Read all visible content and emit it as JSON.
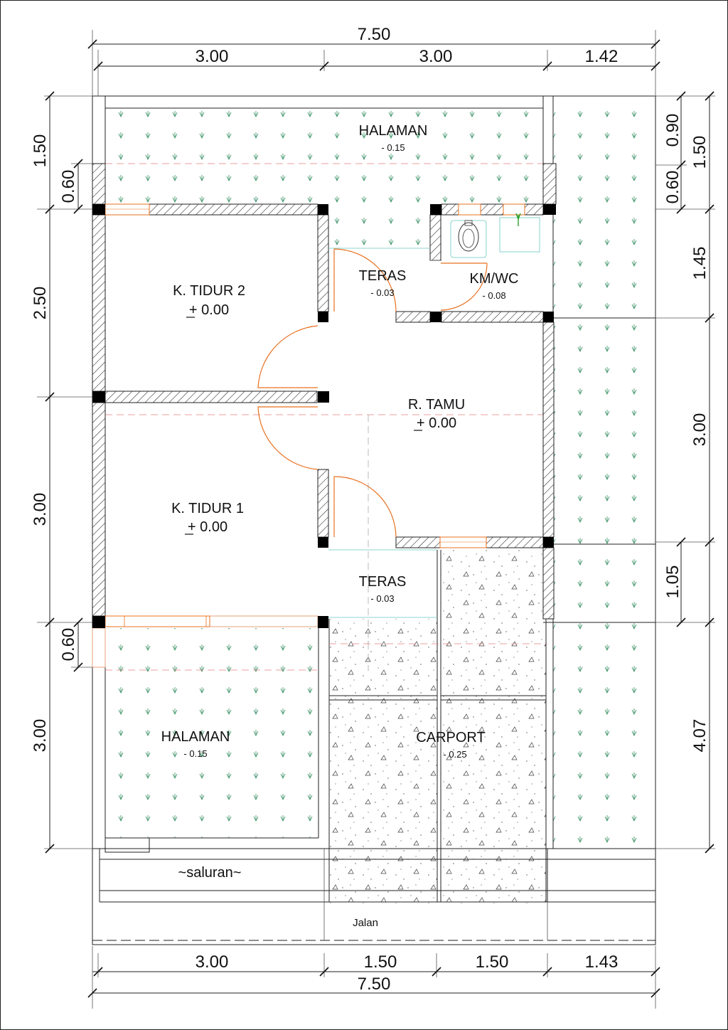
{
  "dimensions": {
    "top_total": "7.50",
    "top_segments": [
      "3.00",
      "3.00",
      "1.42"
    ],
    "bottom_segments": [
      "3.00",
      "1.50",
      "1.50",
      "1.43"
    ],
    "bottom_total": "7.50",
    "left_outer": [
      "1.50",
      "2.50",
      "3.00",
      "3.00"
    ],
    "left_inner": [
      "0.60",
      "0.60"
    ],
    "right_inner": [
      "0.90",
      "0.60",
      "1.05"
    ],
    "right_outer": [
      "1.50",
      "1.45",
      "3.00",
      "4.07"
    ]
  },
  "rooms": {
    "halaman_top": {
      "name": "HALAMAN",
      "level": "- 0.15"
    },
    "teras_top": {
      "name": "TERAS",
      "level": "- 0.03"
    },
    "kmwc": {
      "name": "KM/WC",
      "level": "- 0.08"
    },
    "tidur2": {
      "name": "K. TIDUR 2",
      "level": "+ 0.00"
    },
    "tamu": {
      "name": "R. TAMU",
      "level": "+ 0.00"
    },
    "tidur1": {
      "name": "K. TIDUR 1",
      "level": "+ 0.00"
    },
    "teras_bottom": {
      "name": "TERAS",
      "level": "- 0.03"
    },
    "halaman_bottom": {
      "name": "HALAMAN",
      "level": "- 0.15"
    },
    "carport": {
      "name": "CARPORT",
      "level": "- 0.25"
    }
  },
  "site": {
    "saluran": "~saluran~",
    "jalan": "Jalan"
  },
  "colors": {
    "door": "#e8701f",
    "grass": "#4a9a72",
    "dash": "#e58080",
    "fixture": "#66c8c0"
  }
}
